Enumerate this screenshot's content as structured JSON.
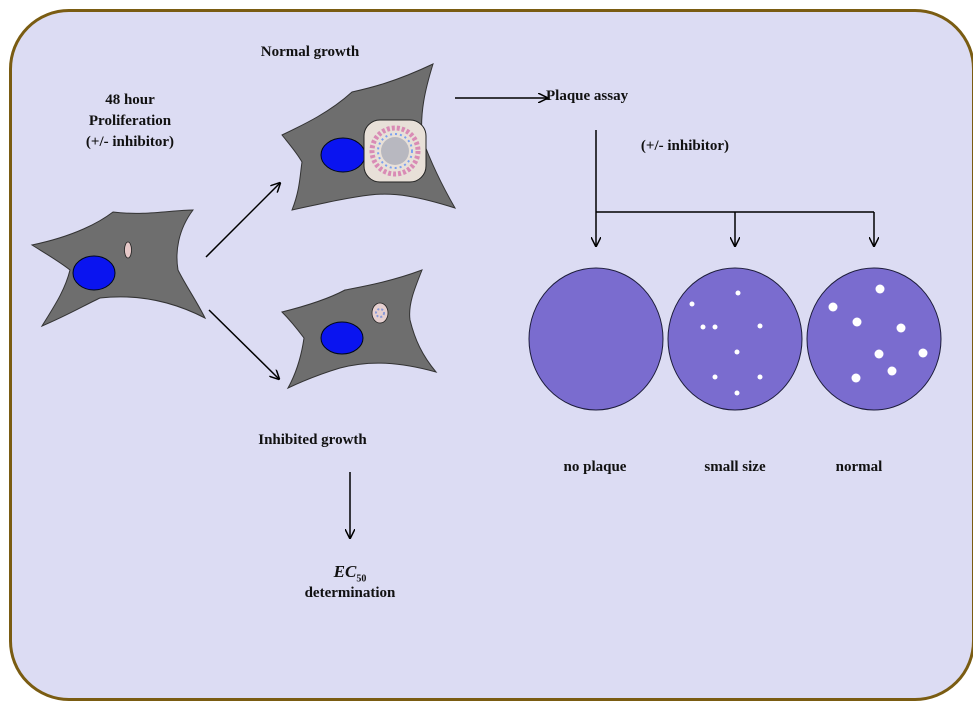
{
  "labels": {
    "proliferation_line1": "48 hour",
    "proliferation_line2": "Proliferation",
    "proliferation_line3": "(+/- inhibitor)",
    "normal_growth": "Normal growth",
    "inhibited_growth": "Inhibited growth",
    "plaque_assay": "Plaque assay",
    "assay_inhibitor": "(+/- inhibitor)",
    "ec_main": "EC",
    "ec_sub": "50",
    "determination": "determination",
    "well_1": "no plaque",
    "well_2": "small size",
    "well_3": "normal"
  },
  "colors": {
    "frame_border": "#7a5c12",
    "background": "#dcdcf3",
    "cell_body": "#6e6e6e",
    "nucleus": "#0a14f0",
    "well_fill": "#7a6ccf"
  }
}
